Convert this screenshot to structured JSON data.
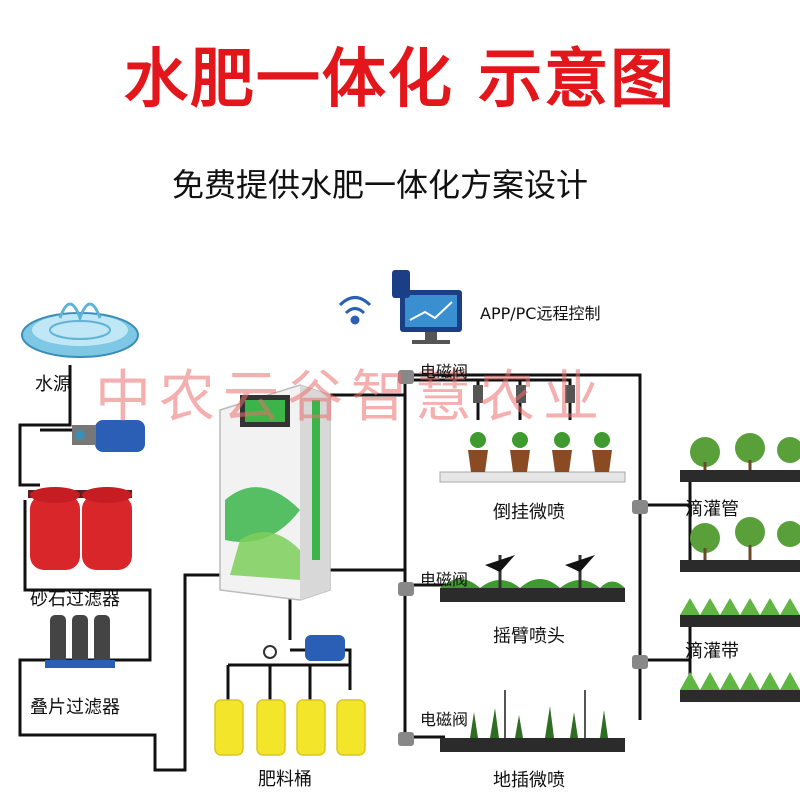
{
  "title": "水肥一体化 示意图",
  "subtitle": "免费提供水肥一体化方案设计",
  "remote_control": "APP/PC远程控制",
  "watermark": "中农云谷智慧农业",
  "labels": {
    "water_source": "水源",
    "sand_filter": "砂石过滤器",
    "disc_filter": "叠片过滤器",
    "fertilizer_bucket": "肥料桶",
    "solenoid_valve_1": "电磁阀",
    "solenoid_valve_2": "电磁阀",
    "solenoid_valve_3": "电磁阀",
    "hanging_micro_spray": "倒挂微喷",
    "rocker_sprinkler": "摇臂喷头",
    "ground_micro_spray": "地插微喷",
    "drip_pipe": "滴灌管",
    "drip_tape": "滴灌带"
  },
  "colors": {
    "title_red": "#e3161b",
    "pipe": "#111111",
    "cabinet_green": "#3bb54a",
    "tank_red": "#d9262b",
    "tank_yellow": "#f2e52a",
    "pump_blue": "#2a5fb5",
    "plant_green": "#3f9a2f",
    "soil_brown": "#5a3b1f"
  }
}
